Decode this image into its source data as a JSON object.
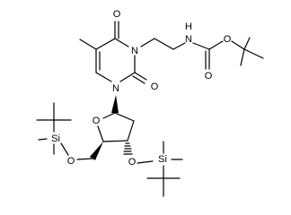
{
  "atoms": {
    "n_ring_top": "N",
    "n_ring_bottom": "N",
    "n_carbamate": "N",
    "h_carbamate": "H",
    "o_c4": "O",
    "o_c2": "O",
    "o_carbamate_ester": "O",
    "o_carbamate_carbonyl": "O",
    "o_furanose": "O",
    "o_3prime": "O",
    "o_5prime": "O",
    "si_left": "Si",
    "si_right": "Si"
  }
}
